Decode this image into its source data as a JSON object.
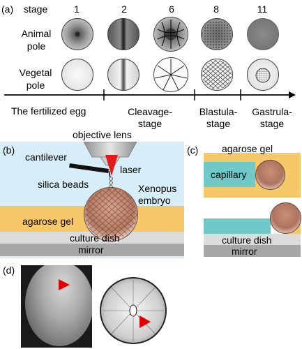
{
  "panel_a": {
    "label": "(a)",
    "stage_header": "stage",
    "stage_numbers": [
      "1",
      "2",
      "6",
      "8",
      "11"
    ],
    "row_labels": {
      "animal": "Animal\npole",
      "vegetal": "Vegetal\npole"
    },
    "timeline_labels": [
      "The fertilized egg",
      "Cleavage-\nstage",
      "Blastula-\nstage",
      "Gastrula-\nstage"
    ]
  },
  "panel_b": {
    "label": "(b)",
    "objective": "objective lens",
    "cantilever": "cantilever",
    "laser": "laser",
    "silica": "silica beads",
    "embryo": "Xenopus\nembryo",
    "agarose": "agarose gel",
    "dish": "culture dish",
    "mirror": "mirror"
  },
  "panel_c": {
    "label": "(c)",
    "agarose": "agarose gel",
    "capillary": "capillary",
    "dish": "culture dish",
    "mirror": "mirror"
  },
  "panel_d": {
    "label": "(d)"
  },
  "colors": {
    "medium": "#d7eef8",
    "agarose": "#f6c869",
    "capillary": "#6fc9c9",
    "dish": "#dcdcdc",
    "mirror": "#a6a6a6",
    "embryo": "#c08a72",
    "laser": "#e01b1b",
    "arrow": "#e00000"
  },
  "icons": [
    "objective-lens-icon",
    "cantilever-icon",
    "laser-beam-icon",
    "timeline-arrow-icon",
    "marker-arrow-icon"
  ]
}
